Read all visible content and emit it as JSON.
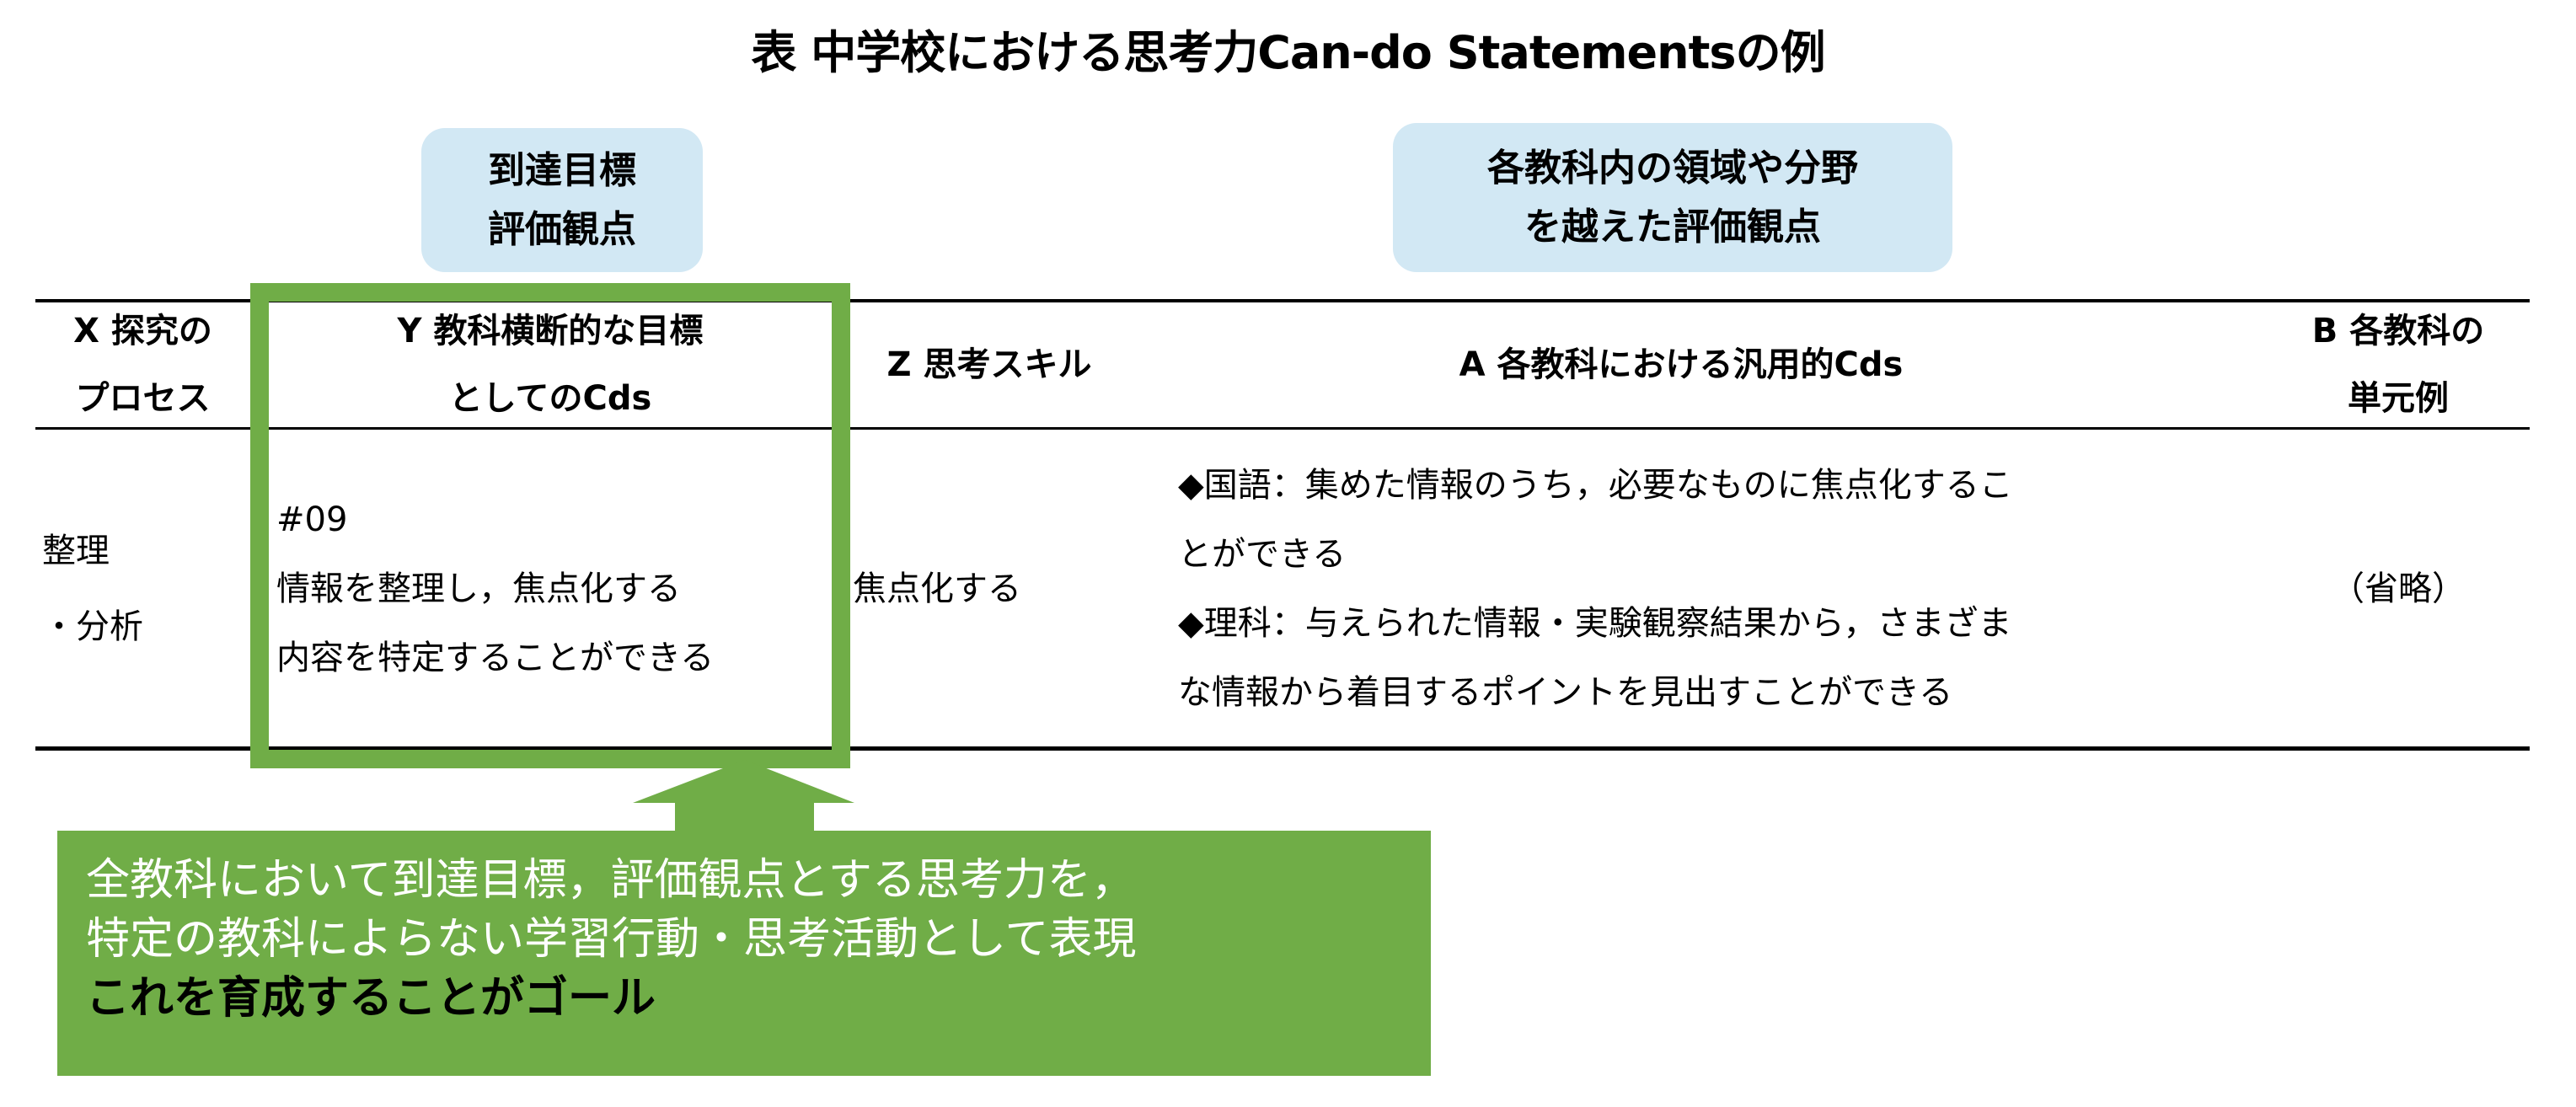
{
  "title": "表 中学校における思考力Can-do Statementsの例",
  "labels": {
    "left": [
      "到達目標",
      "評価観点"
    ],
    "right": [
      "各教科内の領域や分野",
      "を越えた評価観点"
    ]
  },
  "table": {
    "headers": {
      "x": [
        "X 探究の",
        "プロセス"
      ],
      "y": [
        "Y 教科横断的な目標",
        "としてのCds"
      ],
      "z": "Z 思考スキル",
      "a": "A 各教科における汎用的Cds",
      "b": [
        "B 各教科の",
        "単元例"
      ]
    },
    "row": {
      "x": [
        "整理",
        "・分析"
      ],
      "y": [
        "#09",
        "情報を整理し，焦点化する",
        "内容を特定することができる"
      ],
      "z": "焦点化する",
      "a": [
        "◆国語：集めた情報のうち，必要なものに焦点化するこ",
        "とができる",
        "◆理科：与えられた情報・実験観察結果から，さまざま",
        "な情報から着目するポイントを見出すことができる"
      ],
      "b": "（省略）"
    }
  },
  "callout": {
    "lines": [
      "全教科において到達目標，評価観点とする思考力を，",
      "特定の教科によらない学習行動・思考活動として表現"
    ],
    "emphasis": "これを育成することがゴール"
  },
  "colors": {
    "green": "#70ad47",
    "blue": "#d2e8f4"
  }
}
